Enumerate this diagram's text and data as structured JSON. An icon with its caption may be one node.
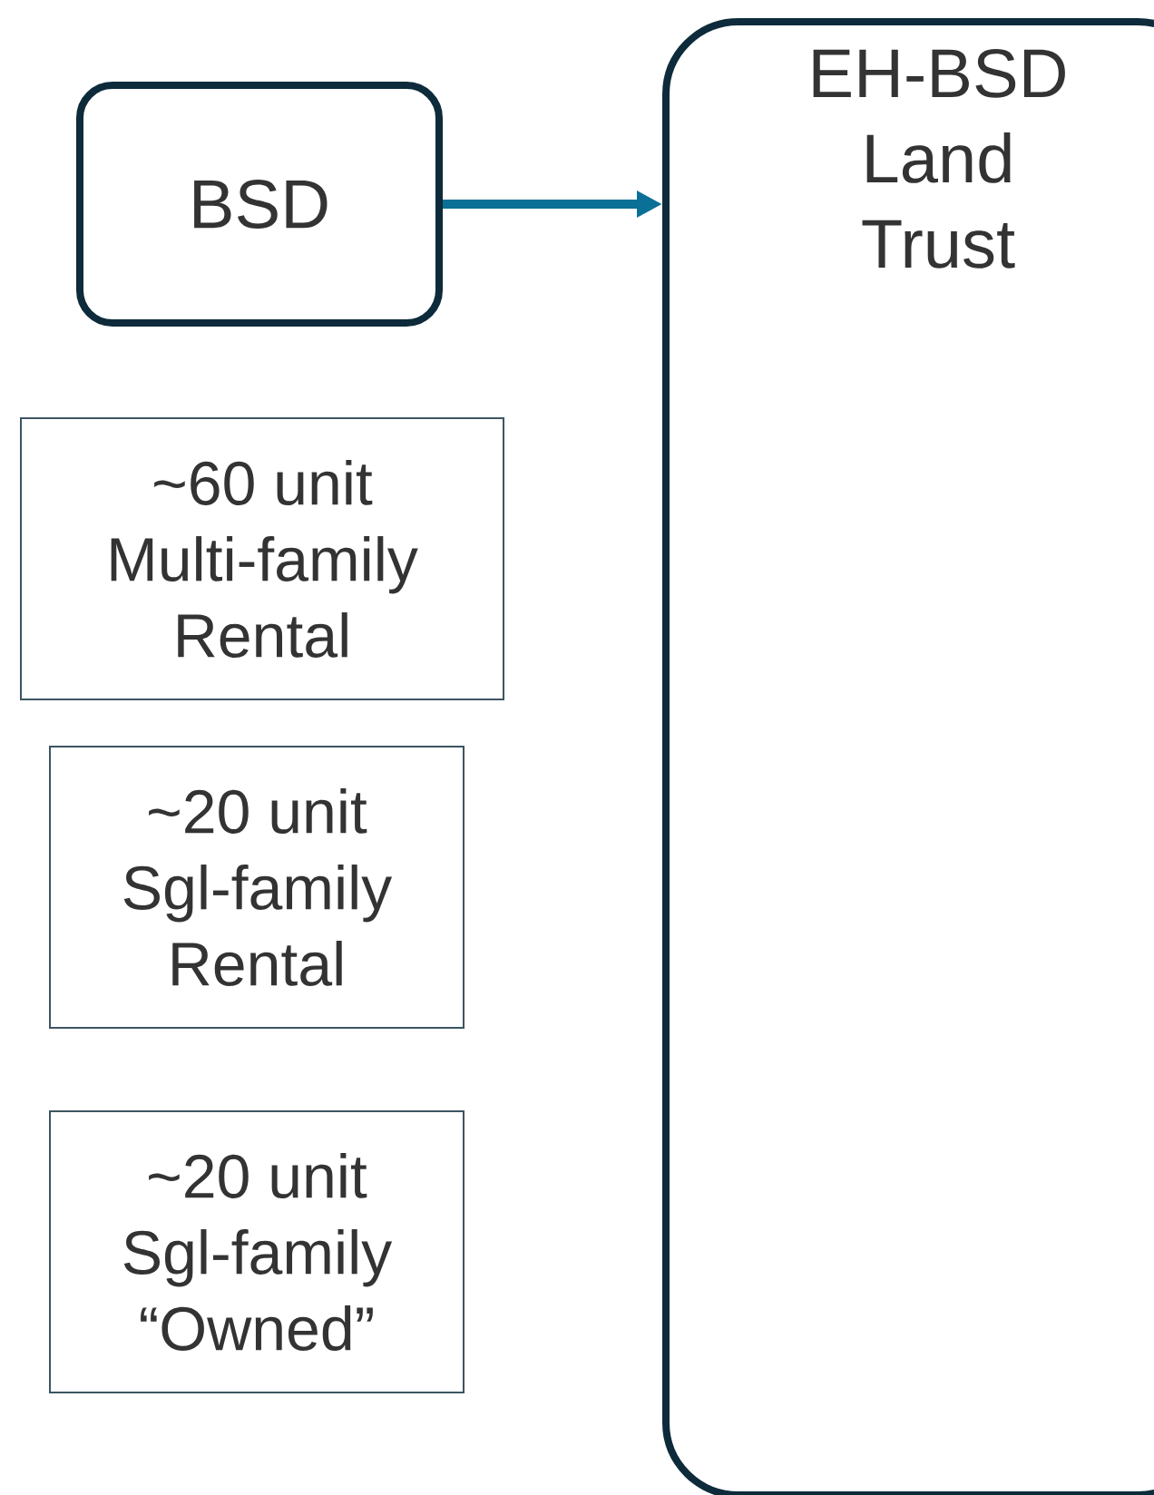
{
  "diagram": {
    "nodes": [
      {
        "text": [
          "BSD"
        ]
      },
      {
        "text": [
          "EH-BSD Land Trust"
        ]
      },
      {
        "text": [
          "~60 unit Multi-family Rental"
        ]
      },
      {
        "text": [
          "~20 unit Sgl-family Rental"
        ]
      },
      {
        "text": [
          "~20 unit Sgl-family “Owned”"
        ]
      }
    ],
    "edges": [
      {
        "from": 0,
        "to": 1,
        "arrow": "to",
        "color": "#0b7096"
      }
    ]
  }
}
